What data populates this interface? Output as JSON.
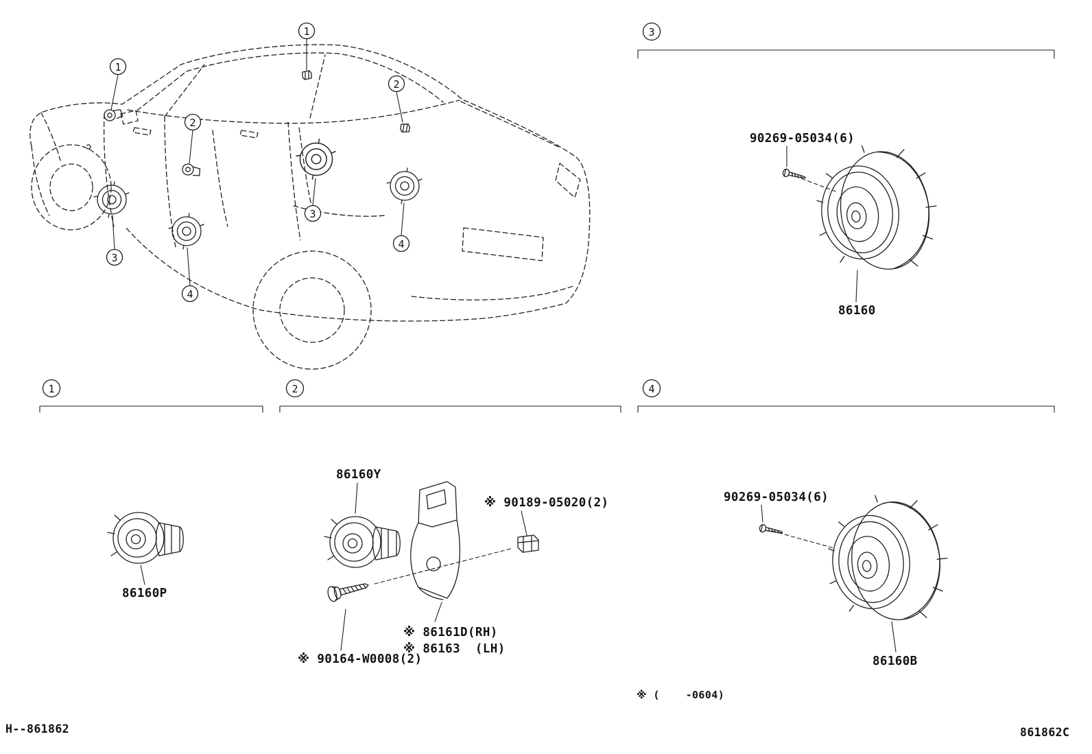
{
  "page": {
    "drawing_number": "H--861862",
    "sheet_code": "861862C",
    "applicability_note": "※ (    -0604)"
  },
  "callouts": {
    "n1": "1",
    "n2": "2",
    "n3": "3",
    "n4": "4"
  },
  "sections": {
    "s1": {
      "callout": "1",
      "tweeter_label": "86160P"
    },
    "s2": {
      "callout": "2",
      "tweeter_label": "86160Y",
      "clip_label": "※ 90189-05020(2)",
      "bracket_rh_label": "※ 86161D(RH)",
      "bracket_lh_label": "※ 86163  (LH)",
      "screw_label": "※ 90164-W0008(2)"
    },
    "s3": {
      "callout": "3",
      "screw_label": "90269-05034(6)",
      "speaker_label": "86160"
    },
    "s4": {
      "callout": "4",
      "screw_label": "90269-05034(6)",
      "speaker_label": "86160B"
    }
  }
}
